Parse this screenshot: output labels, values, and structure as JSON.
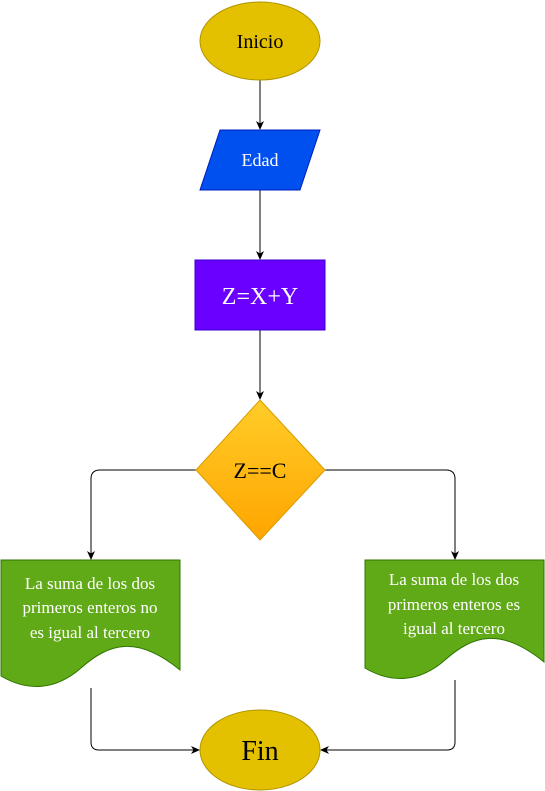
{
  "nodes": {
    "start": {
      "label": "Inicio",
      "fill": "#e3c000"
    },
    "input": {
      "label": "Edad",
      "fill": "#0050ef"
    },
    "process": {
      "label": "Z=X+Y",
      "fill": "#6a00ff"
    },
    "decision": {
      "label": "Z==C",
      "fill_top": "#ffcd28",
      "fill_bottom": "#ffa500"
    },
    "doc_left": {
      "lines": [
        "La suma de los dos",
        "primeros enteros no",
        "es igual al tercero"
      ],
      "fill": "#60a917"
    },
    "doc_right": {
      "lines": [
        "La suma de los dos",
        "primeros enteros es",
        "igual al tercero"
      ],
      "fill": "#60a917"
    },
    "end": {
      "label": "Fin",
      "fill": "#e3c000"
    }
  }
}
